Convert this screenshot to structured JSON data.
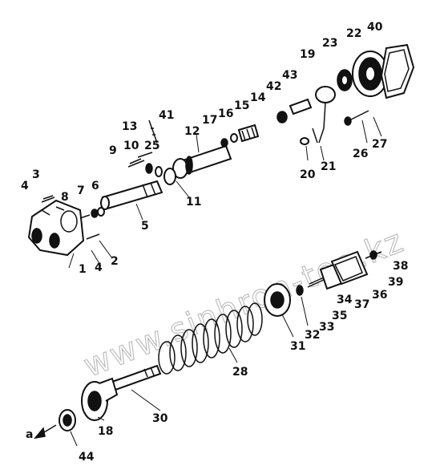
{
  "watermark": "www.sinhron-too.kz",
  "arrow_label": "a",
  "labels": [
    "1",
    "2",
    "3",
    "4",
    "4",
    "5",
    "6",
    "7",
    "8",
    "9",
    "10",
    "11",
    "12",
    "13",
    "14",
    "15",
    "16",
    "17",
    "18",
    "19",
    "20",
    "21",
    "22",
    "23",
    "25",
    "26",
    "27",
    "28",
    "30",
    "31",
    "32",
    "33",
    "34",
    "35",
    "36",
    "37",
    "38",
    "39",
    "40",
    "41",
    "42",
    "43",
    "44"
  ]
}
